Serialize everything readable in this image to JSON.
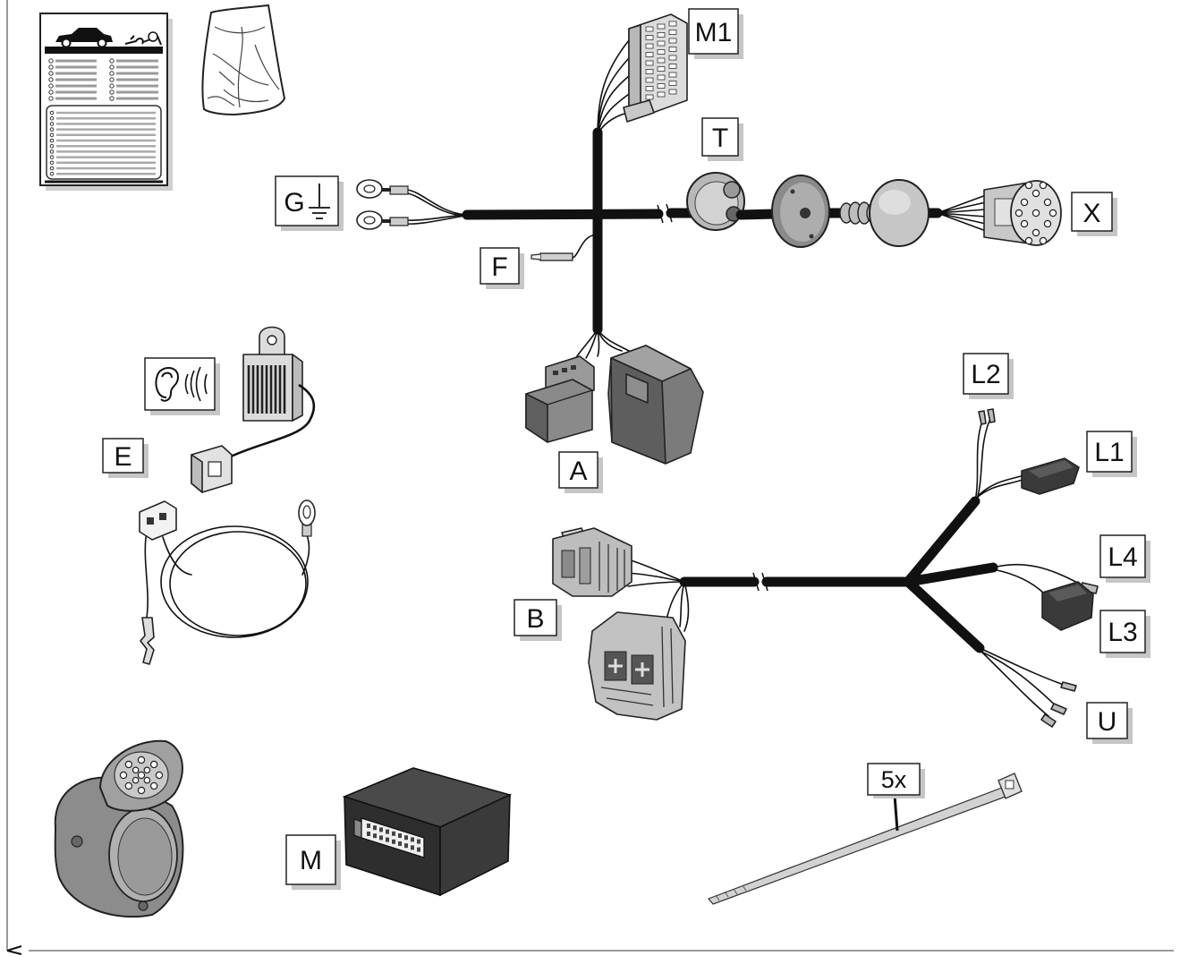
{
  "callouts": {
    "m1": "M1",
    "t": "T",
    "g": "G",
    "x": "X",
    "f": "F",
    "a": "A",
    "e": "E",
    "l2": "L2",
    "l1": "L1",
    "l4": "L4",
    "l3": "L3",
    "b": "B",
    "u": "U",
    "m": "M",
    "cable_tie_quantity": "5x"
  },
  "icons": [
    "instruction-sheet-icon",
    "plastic-bag-icon",
    "ground-icon",
    "ear-sound-icon",
    "buzzer-icon",
    "socket-13-pin-icon",
    "control-module-icon",
    "cable-tie-icon"
  ],
  "colors": {
    "cable": "#111111",
    "label_border": "#222222",
    "label_shadow": "#c6c6c6"
  }
}
